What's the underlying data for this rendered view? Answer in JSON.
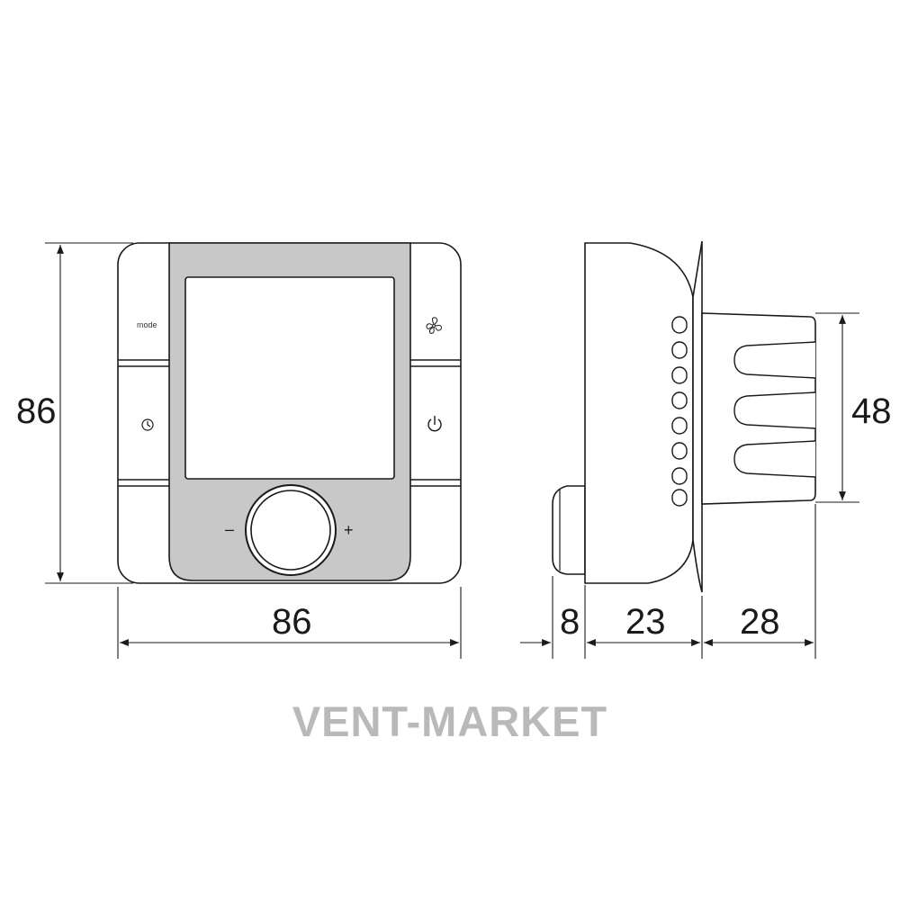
{
  "front_view": {
    "mode_label": "mode",
    "minus_label": "–",
    "plus_label": "+",
    "icons": [
      "clock-icon",
      "fan-icon",
      "power-icon"
    ]
  },
  "dimensions": {
    "front_height": "86",
    "front_width": "86",
    "knob_depth": "8",
    "body_depth": "23",
    "base_depth": "28",
    "base_height": "48"
  },
  "watermark": "VENT-MARKET",
  "colors": {
    "line": "#1a1a1a",
    "panel_fill": "#c8c8c8",
    "watermark": "#b9b9b9"
  }
}
